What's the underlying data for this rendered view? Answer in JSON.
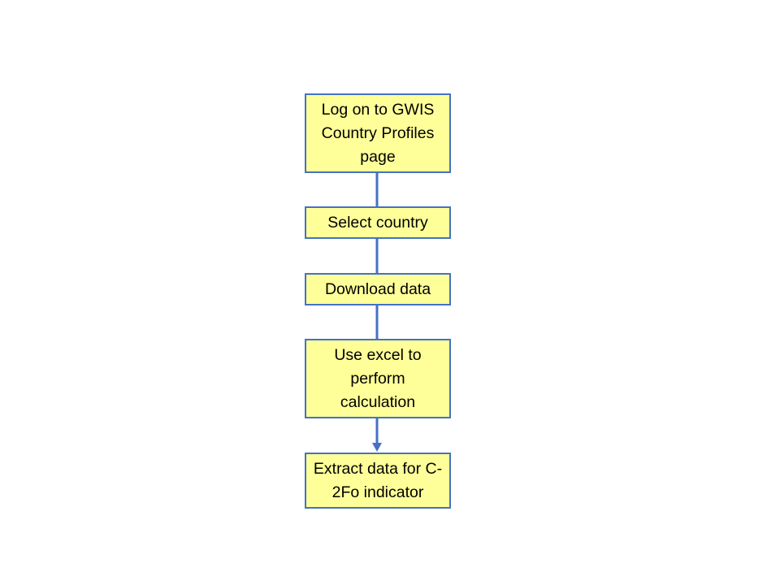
{
  "flowchart": {
    "steps": [
      {
        "id": "log-on",
        "label": "Log on to GWIS Country Profiles page"
      },
      {
        "id": "select-country",
        "label": "Select country"
      },
      {
        "id": "download-data",
        "label": "Download data"
      },
      {
        "id": "use-excel",
        "label": "Use excel to perform calculation"
      },
      {
        "id": "extract-data",
        "label": "Extract data for C-2Fo indicator"
      }
    ],
    "connectors": [
      {
        "from": "log-on",
        "to": "select-country",
        "arrow": false
      },
      {
        "from": "select-country",
        "to": "download-data",
        "arrow": false
      },
      {
        "from": "download-data",
        "to": "use-excel",
        "arrow": false
      },
      {
        "from": "use-excel",
        "to": "extract-data",
        "arrow": true
      }
    ]
  },
  "colors": {
    "box_fill": "#ffff99",
    "box_border": "#4472c4",
    "connector": "#4472c4",
    "text": "#000000"
  }
}
